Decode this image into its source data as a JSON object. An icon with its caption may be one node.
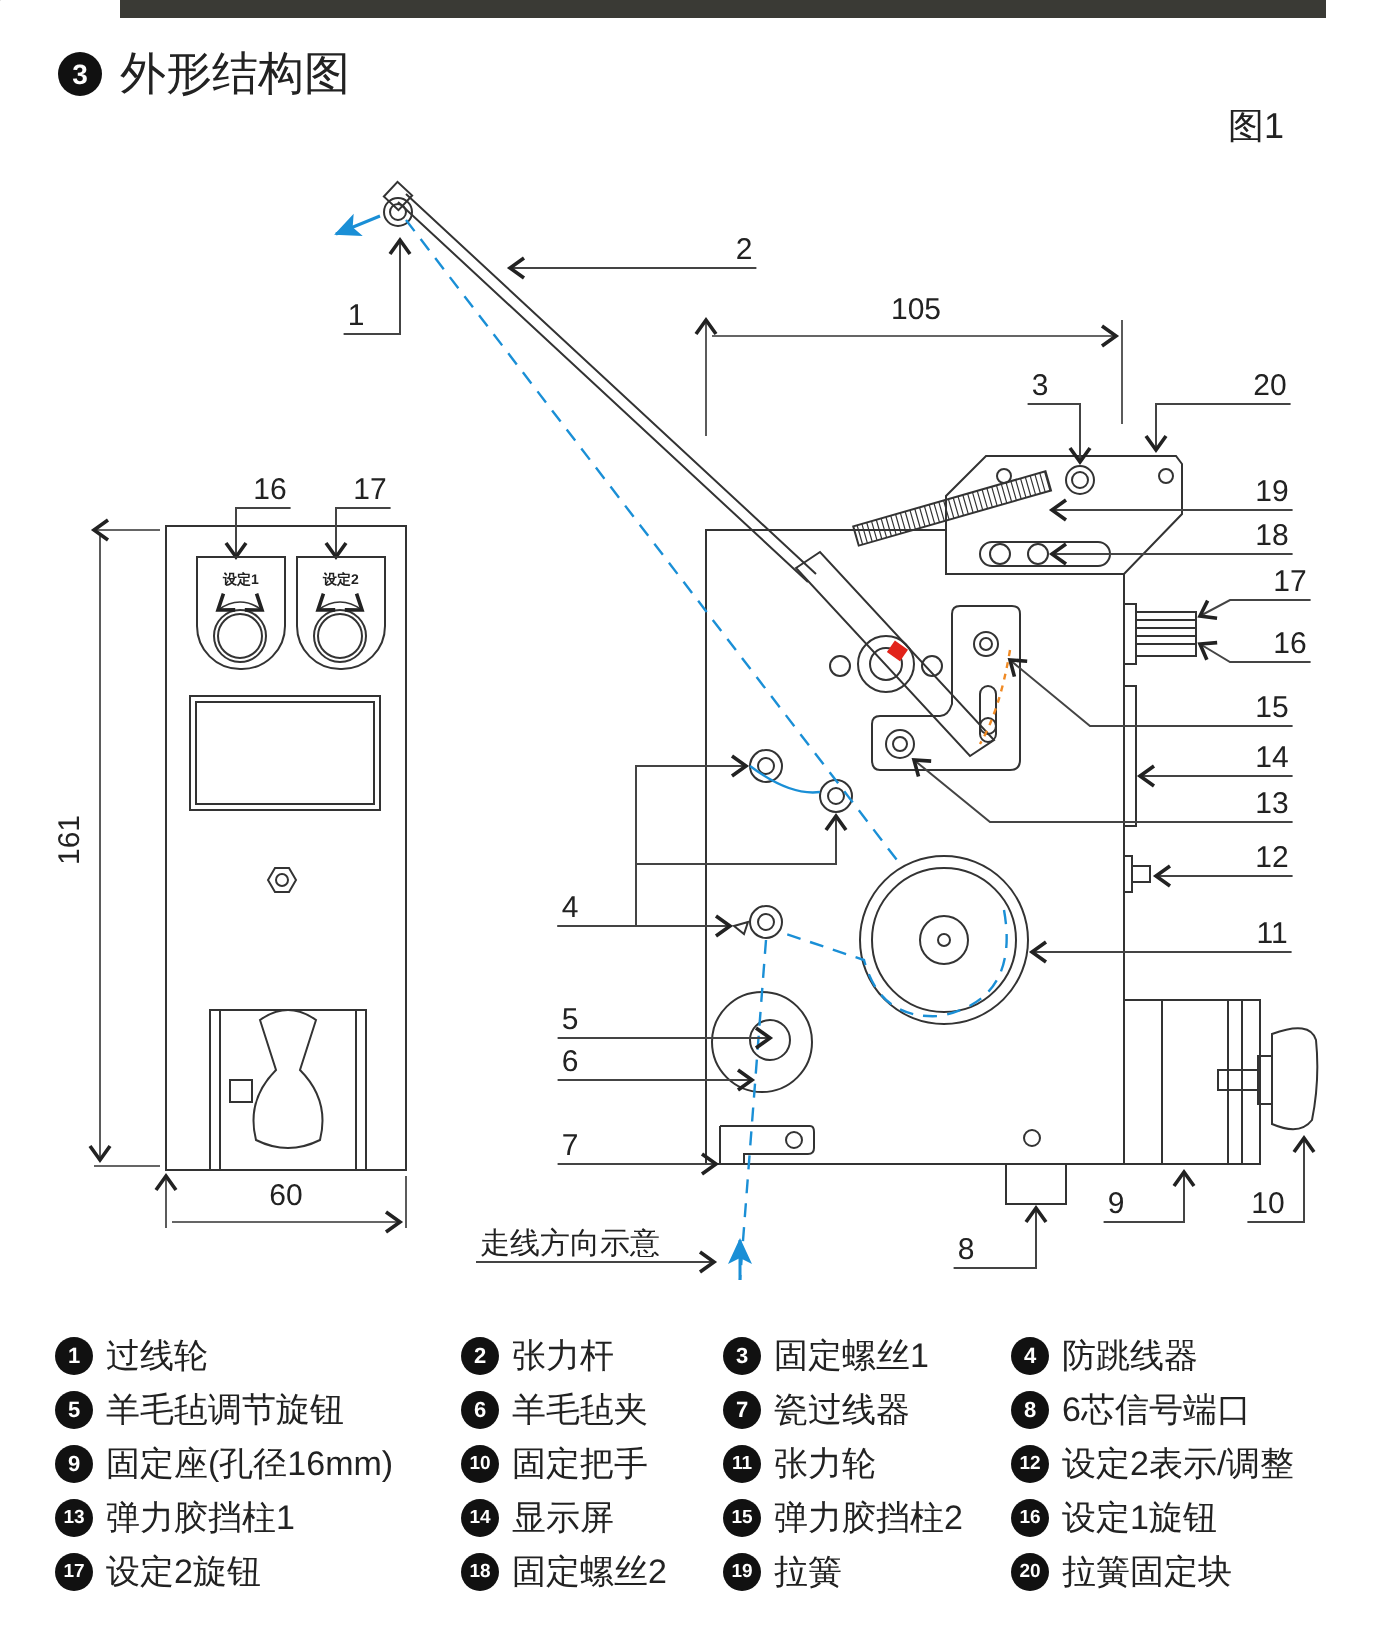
{
  "diagram": {
    "title": "外形结构图",
    "nodes": [
      {
        "text": [
          "2"
        ]
      },
      {
        "text": [
          "1"
        ]
      },
      {
        "text": [
          "3"
        ]
      },
      {
        "text": [
          "20"
        ]
      },
      {
        "text": [
          "16"
        ]
      },
      {
        "text": [
          "17"
        ]
      },
      {
        "text": [
          "19"
        ]
      },
      {
        "text": [
          "18"
        ]
      },
      {
        "text": [
          "17"
        ]
      },
      {
        "text": [
          "16"
        ]
      },
      {
        "text": [
          "15"
        ]
      },
      {
        "text": [
          "14"
        ]
      },
      {
        "text": [
          "13"
        ]
      },
      {
        "text": [
          "4"
        ]
      },
      {
        "text": [
          "12"
        ]
      },
      {
        "text": [
          "11"
        ]
      },
      {
        "text": [
          "5"
        ]
      },
      {
        "text": [
          "6"
        ]
      },
      {
        "text": [
          "7"
        ]
      },
      {
        "text": [
          "9"
        ]
      },
      {
        "text": [
          "10"
        ]
      },
      {
        "text": [
          "走线方向示意"
        ]
      },
      {
        "text": [
          "8"
        ]
      },
      {
        "text": [
          "设定1"
        ]
      },
      {
        "text": [
          "设定2"
        ]
      }
    ],
    "edges": [
      {
        "from": 0,
        "to": null,
        "arrow": "to"
      },
      {
        "from": 1,
        "to": null,
        "arrow": "to"
      },
      {
        "from": 2,
        "to": null,
        "arrow": "to"
      },
      {
        "from": 3,
        "to": null,
        "arrow": "to"
      },
      {
        "from": 4,
        "to": 23,
        "arrow": "to"
      },
      {
        "from": 5,
        "to": 24,
        "arrow": "to"
      },
      {
        "from": 6,
        "to": null,
        "arrow": "to"
      },
      {
        "from": 7,
        "to": null,
        "arrow": "to"
      },
      {
        "from": 8,
        "to": null,
        "arrow": "to"
      },
      {
        "from": 9,
        "to": null,
        "arrow": "to"
      },
      {
        "from": 10,
        "to": null,
        "arrow": "to"
      },
      {
        "from": 11,
        "to": null,
        "arrow": "to"
      },
      {
        "from": 12,
        "to": null,
        "arrow": "to"
      },
      {
        "from": 13,
        "to": null,
        "arrow": "to"
      },
      {
        "from": 13,
        "to": null,
        "arrow": "to"
      },
      {
        "from": 13,
        "to": null,
        "arrow": "to"
      },
      {
        "from": 14,
        "to": null,
        "arrow": "to"
      },
      {
        "from": 15,
        "to": null,
        "arrow": "to"
      },
      {
        "from": 16,
        "to": null,
        "arrow": "to"
      },
      {
        "from": 17,
        "to": null,
        "arrow": "to"
      },
      {
        "from": 18,
        "to": null,
        "arrow": "to"
      },
      {
        "from": 19,
        "to": null,
        "arrow": "to"
      },
      {
        "from": 20,
        "to": null,
        "arrow": "to"
      },
      {
        "from": 21,
        "to": null,
        "arrow": "to"
      },
      {
        "from": 22,
        "to": null,
        "arrow": "to"
      }
    ],
    "labels": [
      "3",
      "图1",
      "105",
      "161",
      "60",
      "1",
      "过线轮",
      "2",
      "张力杆",
      "3",
      "固定螺丝1",
      "4",
      "防跳线器",
      "5",
      "羊毛毡调节旋钮",
      "6",
      "羊毛毡夹",
      "7",
      "瓷过线器",
      "8",
      "6芯信号端口",
      "9",
      "固定座(孔径16mm)",
      "10",
      "固定把手",
      "11",
      "张力轮",
      "12",
      "设定2表示/调整",
      "13",
      "弹力胶挡柱1",
      "14",
      "显示屏",
      "15",
      "弹力胶挡柱2",
      "16",
      "设定1旋钮",
      "17",
      "设定2旋钮",
      "18",
      "固定螺丝2",
      "19",
      "拉簧",
      "20",
      "拉簧固定块"
    ]
  }
}
